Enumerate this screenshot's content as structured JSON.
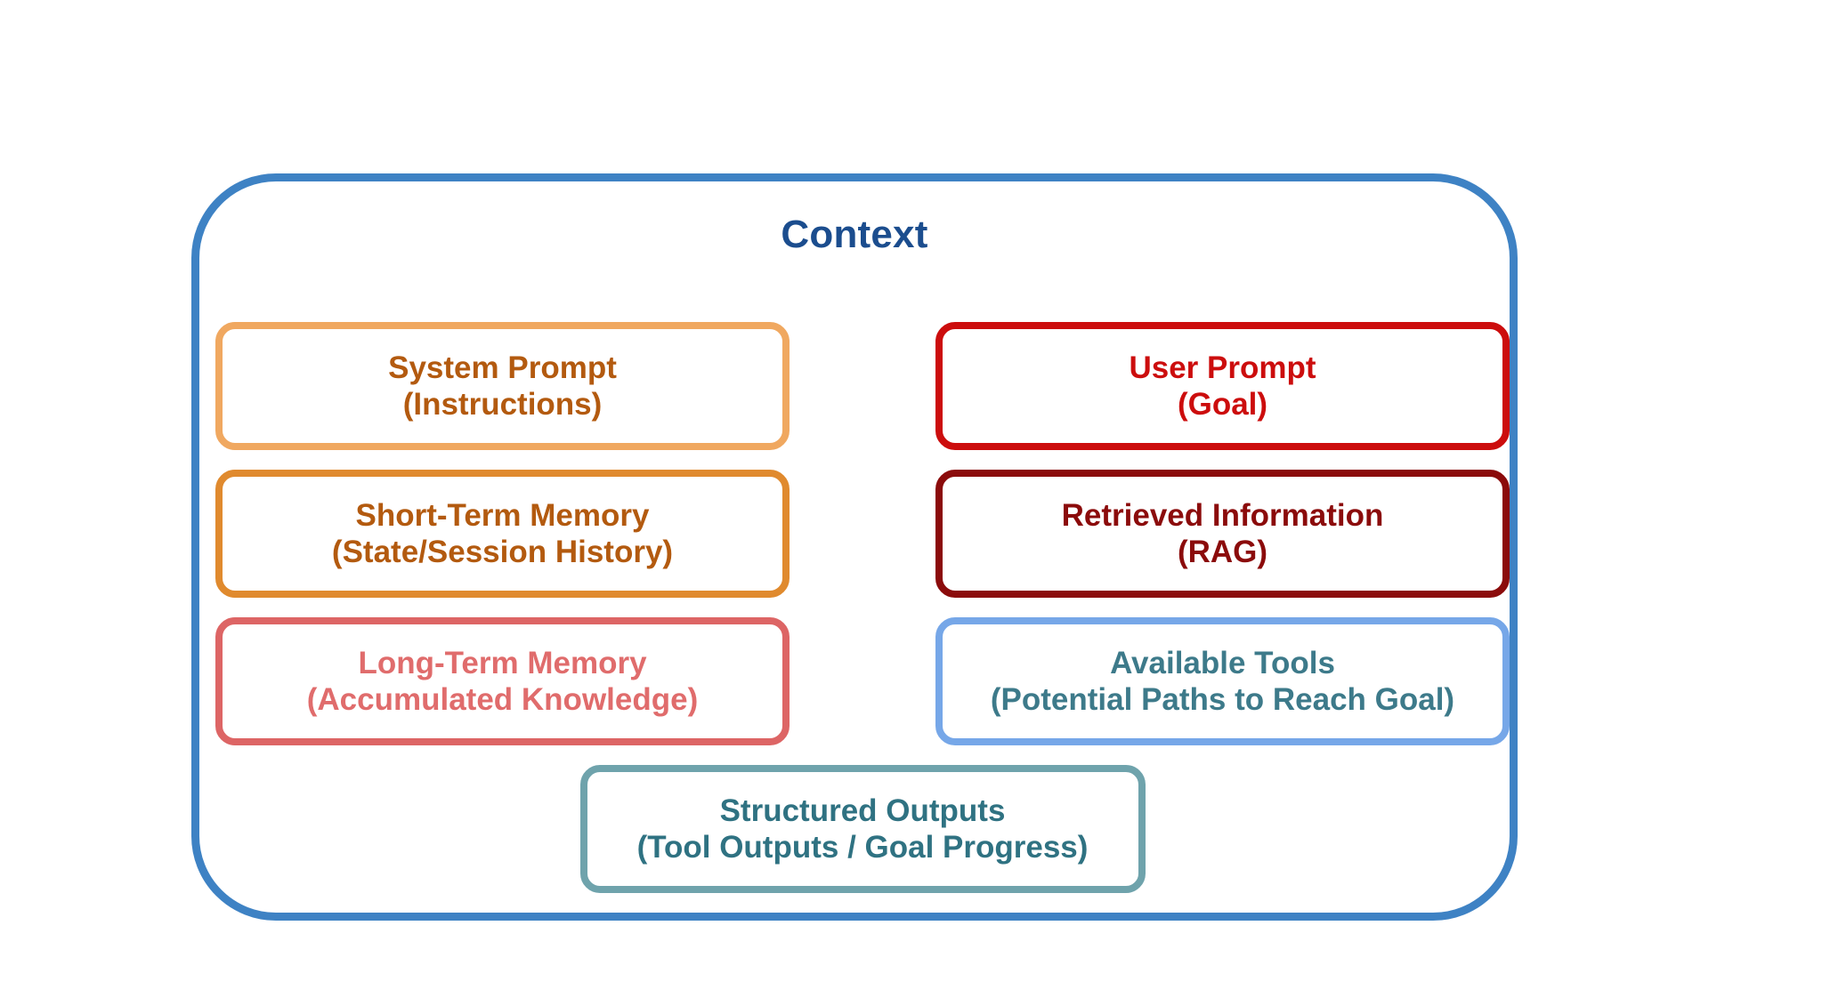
{
  "diagram": {
    "title": "Context",
    "title_color": "#1B4D8E",
    "container_border_color": "#3E82C4",
    "background_color": "#FFFFFF",
    "rows": [
      {
        "boxes": [
          {
            "name": "System Prompt",
            "line1": "System Prompt",
            "line2": "(Instructions)",
            "border_color": "#F0A860",
            "text_color": "#B35A0F"
          },
          {
            "name": "User Prompt",
            "line1": "User Prompt",
            "line2": "(Goal)",
            "border_color": "#CC0D0D",
            "text_color": "#CC0D0D"
          }
        ]
      },
      {
        "boxes": [
          {
            "name": "Short-Term Memory",
            "line1": "Short-Term Memory",
            "line2": "(State/Session History)",
            "border_color": "#E08A2E",
            "text_color": "#B35A0F"
          },
          {
            "name": "Retrieved Information",
            "line1": "Retrieved Information",
            "line2": "(RAG)",
            "border_color": "#8B0B0B",
            "text_color": "#8B0B0B"
          }
        ]
      },
      {
        "boxes": [
          {
            "name": "Long-Term Memory",
            "line1": "Long-Term Memory",
            "line2": "(Accumulated Knowledge)",
            "border_color": "#DD6565",
            "text_color": "#E06C6C"
          },
          {
            "name": "Available Tools",
            "line1": "Available Tools",
            "line2": "(Potential Paths to Reach Goal)",
            "border_color": "#76A7E8",
            "text_color": "#3D7A8A"
          }
        ]
      },
      {
        "boxes": [
          {
            "name": "Structured Outputs",
            "line1": "Structured Outputs",
            "line2": "(Tool Outputs / Goal Progress)",
            "border_color": "#6FA3AC",
            "text_color": "#2F7282"
          }
        ]
      }
    ]
  }
}
